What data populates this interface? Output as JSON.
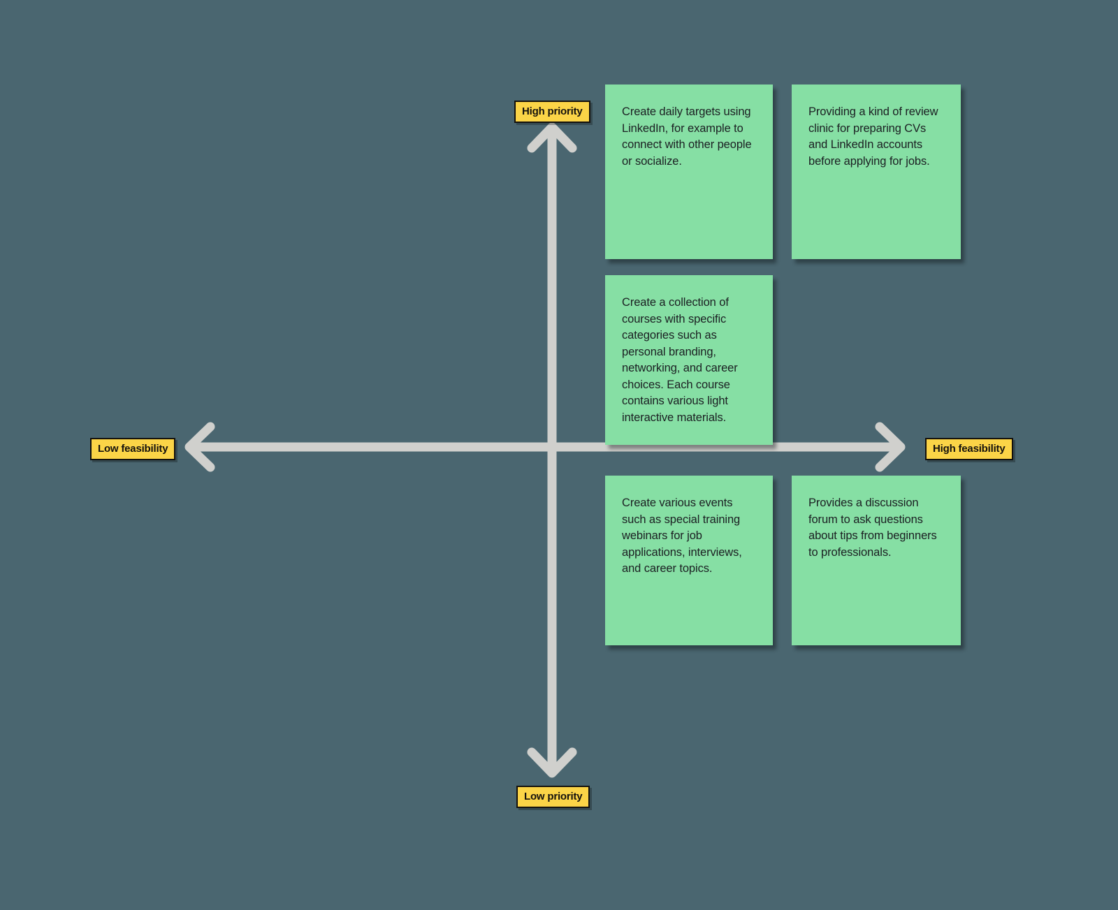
{
  "diagram": {
    "type": "priority-feasibility-matrix",
    "background_color": "#4a6670",
    "axis_color": "#d0d0cd",
    "note_color": "#86dfa4",
    "label_color": "#fbd447",
    "label_border_color": "#14110d",
    "text_color": "#1b1f22"
  },
  "axes": {
    "vertical": {
      "top_label": "High priority",
      "bottom_label": "Low priority"
    },
    "horizontal": {
      "left_label": "Low feasibility",
      "right_label": "High feasibility"
    }
  },
  "notes": [
    {
      "id": "note-1",
      "quadrant": "high-priority-high-feasibility",
      "text": "Create daily targets using LinkedIn, for example to connect with other people or socialize."
    },
    {
      "id": "note-2",
      "quadrant": "high-priority-high-feasibility",
      "text": "Providing a kind of review clinic for preparing CVs and LinkedIn accounts before applying for jobs."
    },
    {
      "id": "note-3",
      "quadrant": "center-high-feasibility",
      "text": "Create a collection of courses with specific categories such as personal branding, networking, and career choices. Each course contains various light interactive materials."
    },
    {
      "id": "note-4",
      "quadrant": "low-priority-high-feasibility",
      "text": "Create various events such as special training webinars for job applications, interviews, and career topics."
    },
    {
      "id": "note-5",
      "quadrant": "low-priority-high-feasibility",
      "text": "Provides a discussion forum to ask questions about tips from beginners to professionals."
    }
  ]
}
